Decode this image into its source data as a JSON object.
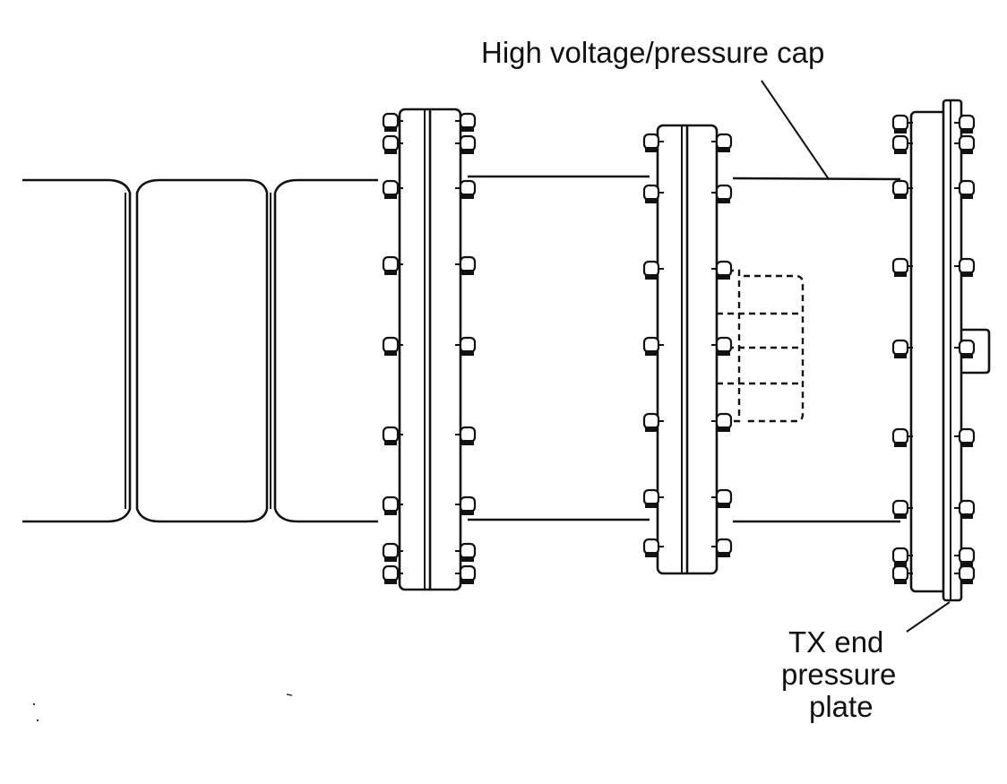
{
  "labels": {
    "cap": "High voltage/pressure cap",
    "plate_line1": "TX end",
    "plate_line2": "pressure",
    "plate_line3": "plate"
  },
  "colors": {
    "ink": "#111111",
    "paper": "#ffffff"
  }
}
